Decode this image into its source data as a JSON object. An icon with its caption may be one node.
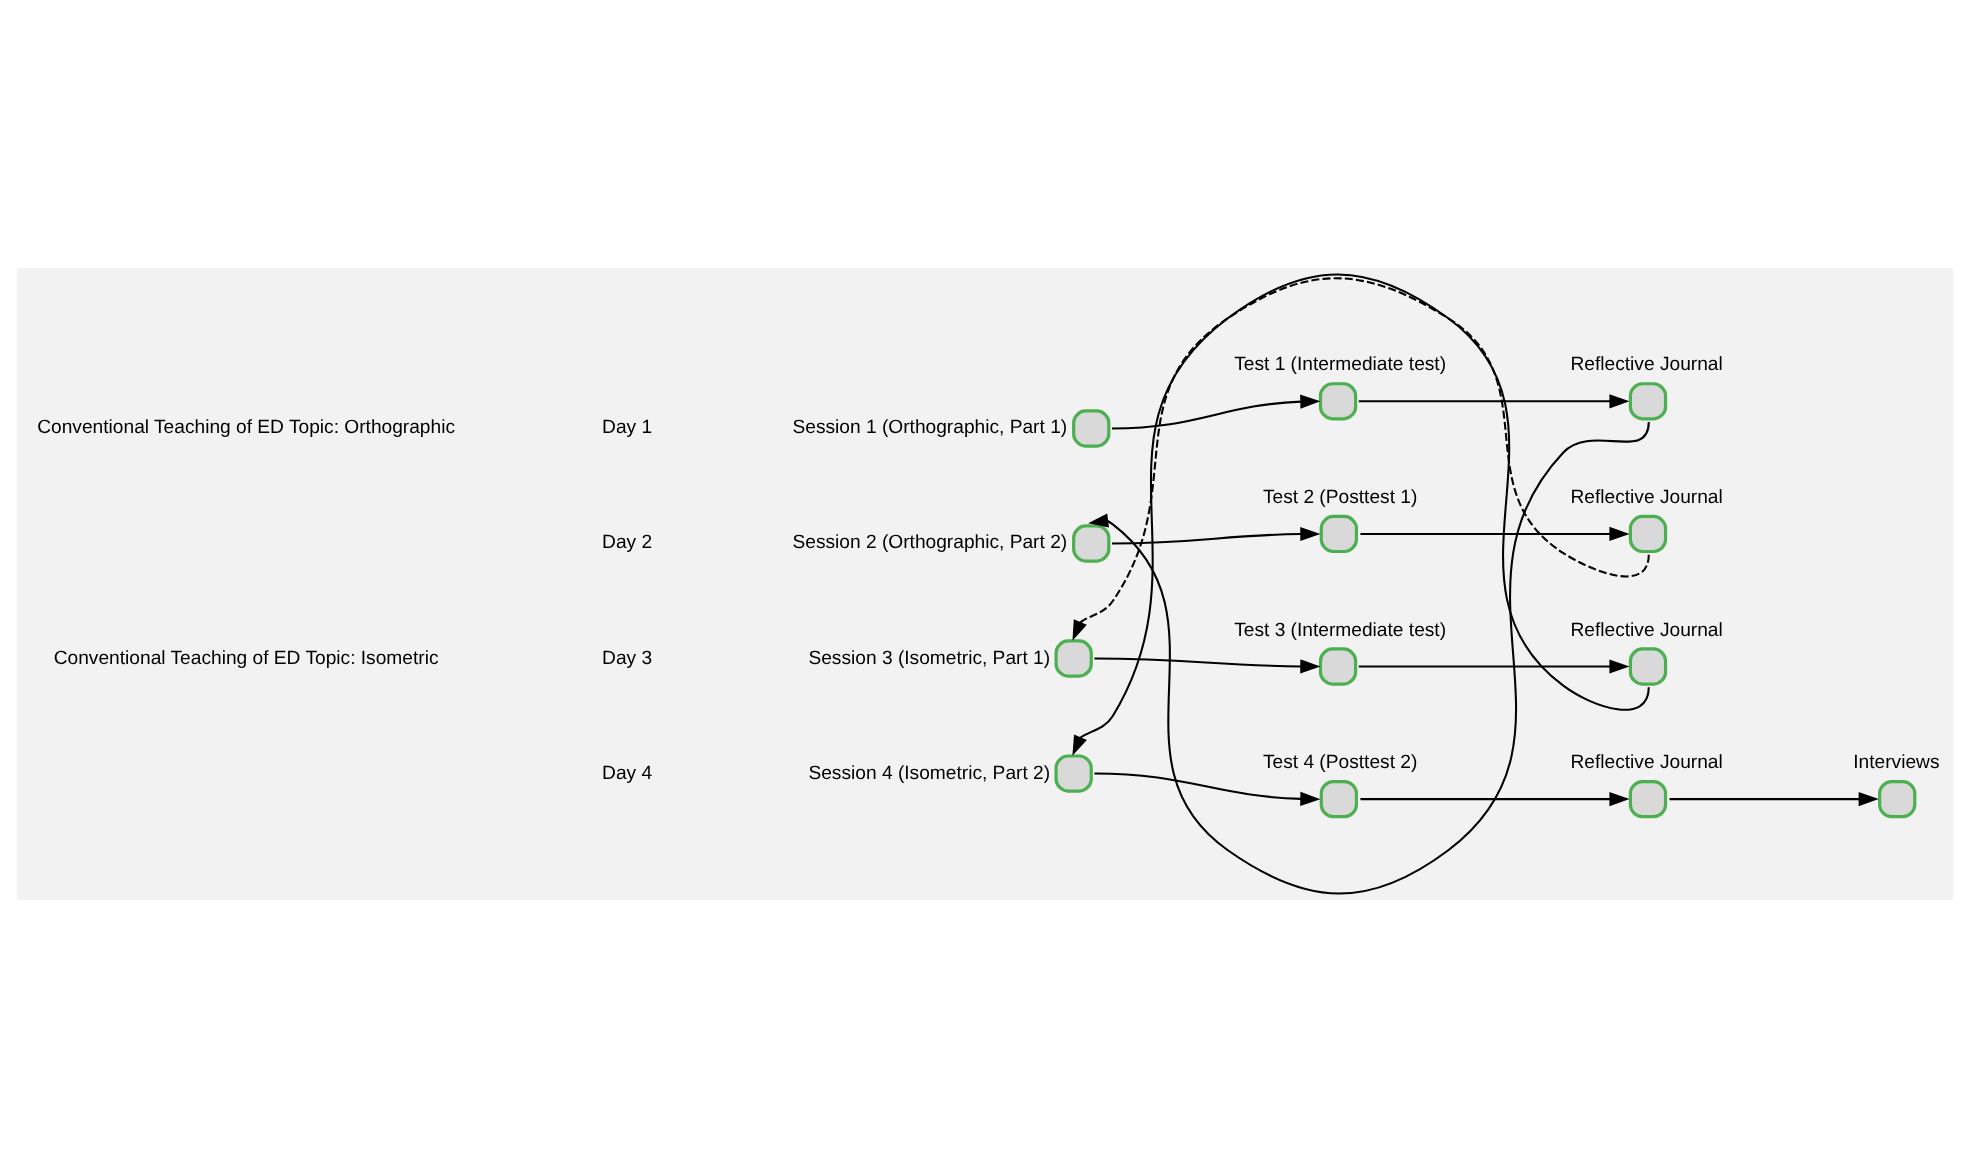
{
  "diagram": {
    "nodes": [
      {
        "text": [],
        "shape": "circle",
        "beside": [
          "Session 1 (Orthographic, Part 1)"
        ]
      },
      {
        "text": [],
        "shape": "circle",
        "beside": [
          "Test 1 (Intermediate test)"
        ]
      },
      {
        "text": [],
        "shape": "circle",
        "beside": [
          "Reflective Journal"
        ]
      },
      {
        "text": [],
        "shape": "circle",
        "beside": [
          "Session 2 (Orthographic, Part 2)"
        ]
      },
      {
        "text": [],
        "shape": "circle",
        "beside": [
          "Test 2 (Posttest 1)"
        ]
      },
      {
        "text": [],
        "shape": "circle",
        "beside": [
          "Reflective Journal"
        ]
      },
      {
        "text": [],
        "shape": "circle",
        "beside": [
          "Session 3 (Isometric, Part 1)"
        ]
      },
      {
        "text": [],
        "shape": "circle",
        "beside": [
          "Test 3 (Intermediate test)"
        ]
      },
      {
        "text": [],
        "shape": "circle",
        "beside": [
          "Reflective Journal"
        ]
      },
      {
        "text": [],
        "shape": "circle",
        "beside": [
          "Session 4 (Isometric, Part 2)"
        ]
      },
      {
        "text": [],
        "shape": "circle",
        "beside": [
          "Test 4 (Posttest 2)"
        ]
      },
      {
        "text": [],
        "shape": "circle",
        "beside": [
          "Reflective Journal"
        ]
      },
      {
        "text": [],
        "shape": "circle",
        "beside": [
          "Interviews"
        ]
      }
    ],
    "edges": [
      {
        "from": 0,
        "to": 1,
        "arrow": "to"
      },
      {
        "from": 1,
        "to": 2,
        "arrow": "to"
      },
      {
        "from": 2,
        "to": 3,
        "arrow": "to"
      },
      {
        "from": 3,
        "to": 4,
        "arrow": "to"
      },
      {
        "from": 4,
        "to": 5,
        "arrow": "to"
      },
      {
        "from": 5,
        "to": 6,
        "arrow": "to",
        "style": "dashed"
      },
      {
        "from": 6,
        "to": 7,
        "arrow": "to"
      },
      {
        "from": 7,
        "to": 8,
        "arrow": "to"
      },
      {
        "from": 8,
        "to": 9,
        "arrow": "to"
      },
      {
        "from": 9,
        "to": 10,
        "arrow": "to"
      },
      {
        "from": 10,
        "to": 11,
        "arrow": "to"
      },
      {
        "from": 11,
        "to": 12,
        "arrow": "to"
      }
    ],
    "labels": [
      "Conventional Teaching of ED Topic: Orthographic",
      "Day 1",
      "Day 2",
      "Conventional Teaching of ED Topic: Isometric",
      "Day 3",
      "Day 4"
    ]
  }
}
